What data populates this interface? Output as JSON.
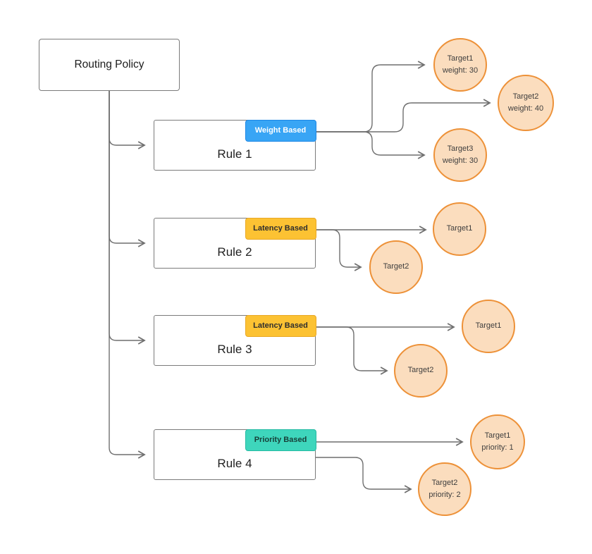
{
  "diagram": {
    "root": {
      "label": "Routing Policy"
    },
    "rules": [
      {
        "label": "Rule 1",
        "badge": "Weight Based",
        "badge_color": "#38A5F5",
        "targets": [
          {
            "lines": [
              "Target1",
              "weight: 30"
            ]
          },
          {
            "lines": [
              "Target2",
              "weight: 40"
            ]
          },
          {
            "lines": [
              "Target3",
              "weight: 30"
            ]
          }
        ]
      },
      {
        "label": "Rule 2",
        "badge": "Latency Based",
        "badge_color": "#FCC233",
        "targets": [
          {
            "lines": [
              "Target1"
            ]
          },
          {
            "lines": [
              "Target2"
            ]
          }
        ]
      },
      {
        "label": "Rule 3",
        "badge": "Latency Based",
        "badge_color": "#FCC233",
        "targets": [
          {
            "lines": [
              "Target1"
            ]
          },
          {
            "lines": [
              "Target2"
            ]
          }
        ]
      },
      {
        "label": "Rule 4",
        "badge": "Priority Based",
        "badge_color": "#3ED6BC",
        "targets": [
          {
            "lines": [
              "Target1",
              "priority: 1"
            ]
          },
          {
            "lines": [
              "Target2",
              "priority: 2"
            ]
          }
        ]
      }
    ],
    "colors": {
      "target_fill": "#FBDDBE",
      "target_border": "#ED9138",
      "connector": "#6F6F6F",
      "node_border": "#7B7B7B",
      "background": "#FFFFFF"
    }
  }
}
